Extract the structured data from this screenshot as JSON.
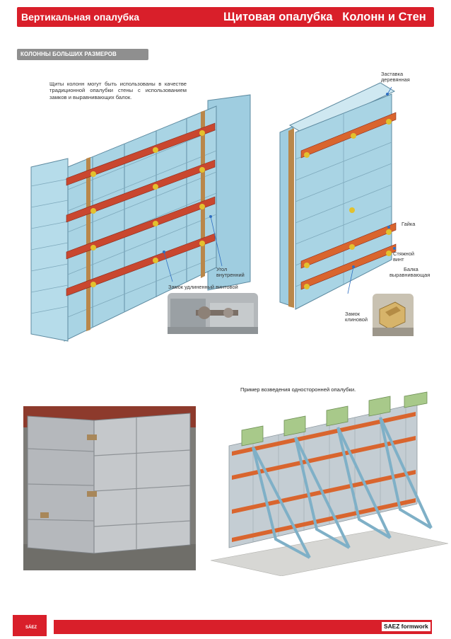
{
  "header": {
    "left_title": "Вертикальная опалубка",
    "right_title": "Щитовая опалубка   Колонн и Стен"
  },
  "section": {
    "title": "КОЛОННЫ БОЛЬШИХ РАЗМЕРОВ"
  },
  "description": "Щиты колонн могут быть использованы в качестве традиционной опалубки стены с использованием замков и выравнивающих балок.",
  "labels": {
    "inner_corner_1": "Угол",
    "inner_corner_2": "внутренний",
    "extended_screw_lock": "Замок удлиненный винтовой",
    "wood_insert_1": "Заставка",
    "wood_insert_2": "деревянная",
    "nut": "Гайка",
    "tie_screw_1": "Стяжной",
    "tie_screw_2": "винт",
    "align_beam_1": "Балка",
    "align_beam_2": "выравнивающая",
    "wedge_lock_1": "Замок",
    "wedge_lock_2": "клиновой"
  },
  "example_caption": "Пример возведения односторонней опалубки.",
  "footer": {
    "logo_text": "SÁEZ",
    "brand": "SAEZ formwork"
  },
  "colors": {
    "brand_red": "#d91f2a",
    "panel_blue": "#a9d4e4",
    "beam_red": "#c9472f",
    "bracket_green": "#a8c98a"
  }
}
